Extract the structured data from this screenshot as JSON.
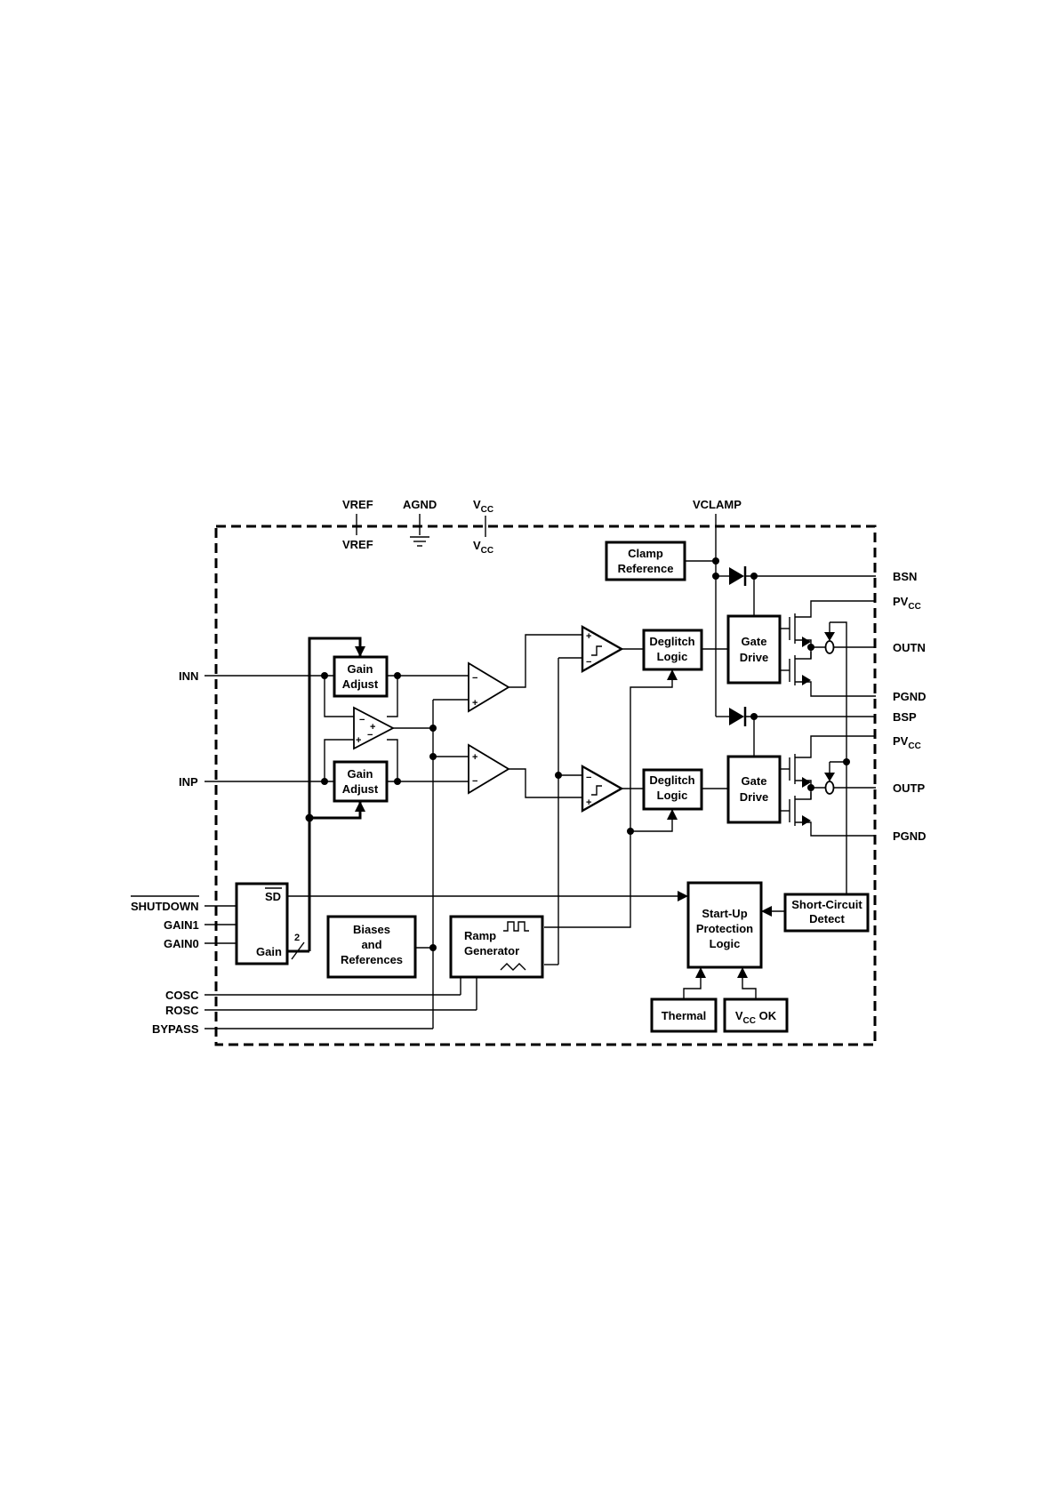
{
  "top_pins": {
    "vref": "VREF",
    "agnd": "AGND",
    "vcc": {
      "main": "V",
      "sub": "CC"
    },
    "vclamp": "VCLAMP"
  },
  "inner_labels": {
    "vref": "VREF",
    "vcc": {
      "main": "V",
      "sub": "CC"
    }
  },
  "left_pins": {
    "inn": "INN",
    "inp": "INP",
    "shutdown": "SHUTDOWN",
    "gain1": "GAIN1",
    "gain0": "GAIN0",
    "cosc": "COSC",
    "rosc": "ROSC",
    "bypass": "BYPASS"
  },
  "right_pins": {
    "bsn": "BSN",
    "pvcc_n": {
      "main": "PV",
      "sub": "CC"
    },
    "outn": "OUTN",
    "pgnd_n": "PGND",
    "bsp": "BSP",
    "pvcc_p": {
      "main": "PV",
      "sub": "CC"
    },
    "outp": "OUTP",
    "pgnd_p": "PGND"
  },
  "blocks": {
    "clamp_reference": [
      "Clamp",
      "Reference"
    ],
    "gain_adjust_top": [
      "Gain",
      "Adjust"
    ],
    "gain_adjust_bottom": [
      "Gain",
      "Adjust"
    ],
    "deglitch_top": [
      "Deglitch",
      "Logic"
    ],
    "deglitch_bottom": [
      "Deglitch",
      "Logic"
    ],
    "gate_drive_top": [
      "Gate",
      "Drive"
    ],
    "gate_drive_bottom": [
      "Gate",
      "Drive"
    ],
    "biases": [
      "Biases",
      "and",
      "References"
    ],
    "ramp": [
      "Ramp",
      "Generator"
    ],
    "startup": [
      "Start-Up",
      "Protection",
      "Logic"
    ],
    "short_circuit": [
      "Short-Circuit",
      "Detect"
    ],
    "thermal": "Thermal",
    "vcc_ok": {
      "main": "V",
      "sub": "CC",
      "suffix": " OK"
    },
    "sd_gain": {
      "sd": "SD",
      "gain": "Gain",
      "bus_width": "2"
    }
  },
  "amp_signs": {
    "plus": "+",
    "minus": "−"
  }
}
